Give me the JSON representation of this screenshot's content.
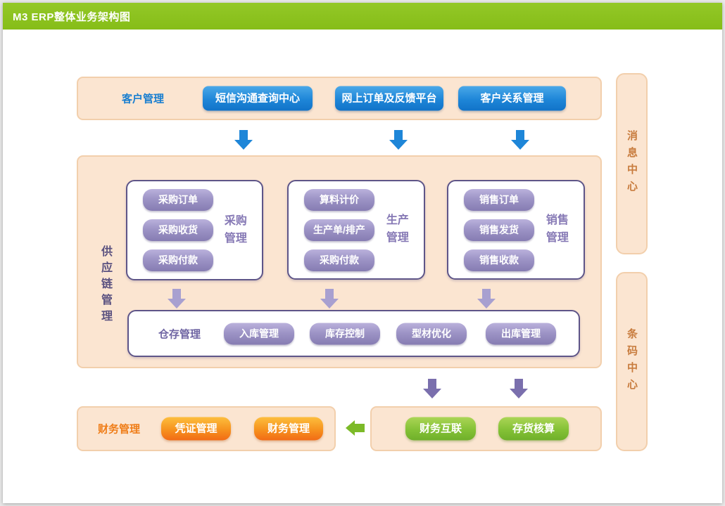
{
  "page": {
    "title": "M3 ERP整体业务架构图"
  },
  "colors": {
    "header_green": "#8cc11f",
    "panel_peach_bg": "#fbe5d1",
    "panel_peach_border": "#f2cfac",
    "blue_accent": "#1e86d8",
    "purple_box_border": "#5e5588",
    "purple_chip": "#9d94c6",
    "orange_accent": "#ef7d18",
    "green_button": "#84c136",
    "sidebar_text": "#c87c3e"
  },
  "customer": {
    "label": "客户管理",
    "buttons": [
      "短信沟通查询中心",
      "网上订单及反馈平台",
      "客户关系管理"
    ]
  },
  "supply_chain": {
    "label": "供应链管理",
    "groups": [
      {
        "label": "采购管理",
        "items": [
          "采购订单",
          "采购收货",
          "采购付款"
        ]
      },
      {
        "label": "生产管理",
        "items": [
          "算料计价",
          "生产单/排产",
          "采购付款"
        ]
      },
      {
        "label": "销售管理",
        "items": [
          "销售订单",
          "销售发货",
          "销售收款"
        ]
      }
    ],
    "warehouse": {
      "label": "仓存管理",
      "buttons": [
        "入库管理",
        "库存控制",
        "型材优化",
        "出库管理"
      ]
    }
  },
  "finance": {
    "label": "财务管理",
    "buttons": [
      "凭证管理",
      "财务管理"
    ]
  },
  "integration": {
    "buttons": [
      "财务互联",
      "存货核算"
    ]
  },
  "sidebar": {
    "items": [
      "消息中心",
      "条码中心"
    ]
  }
}
